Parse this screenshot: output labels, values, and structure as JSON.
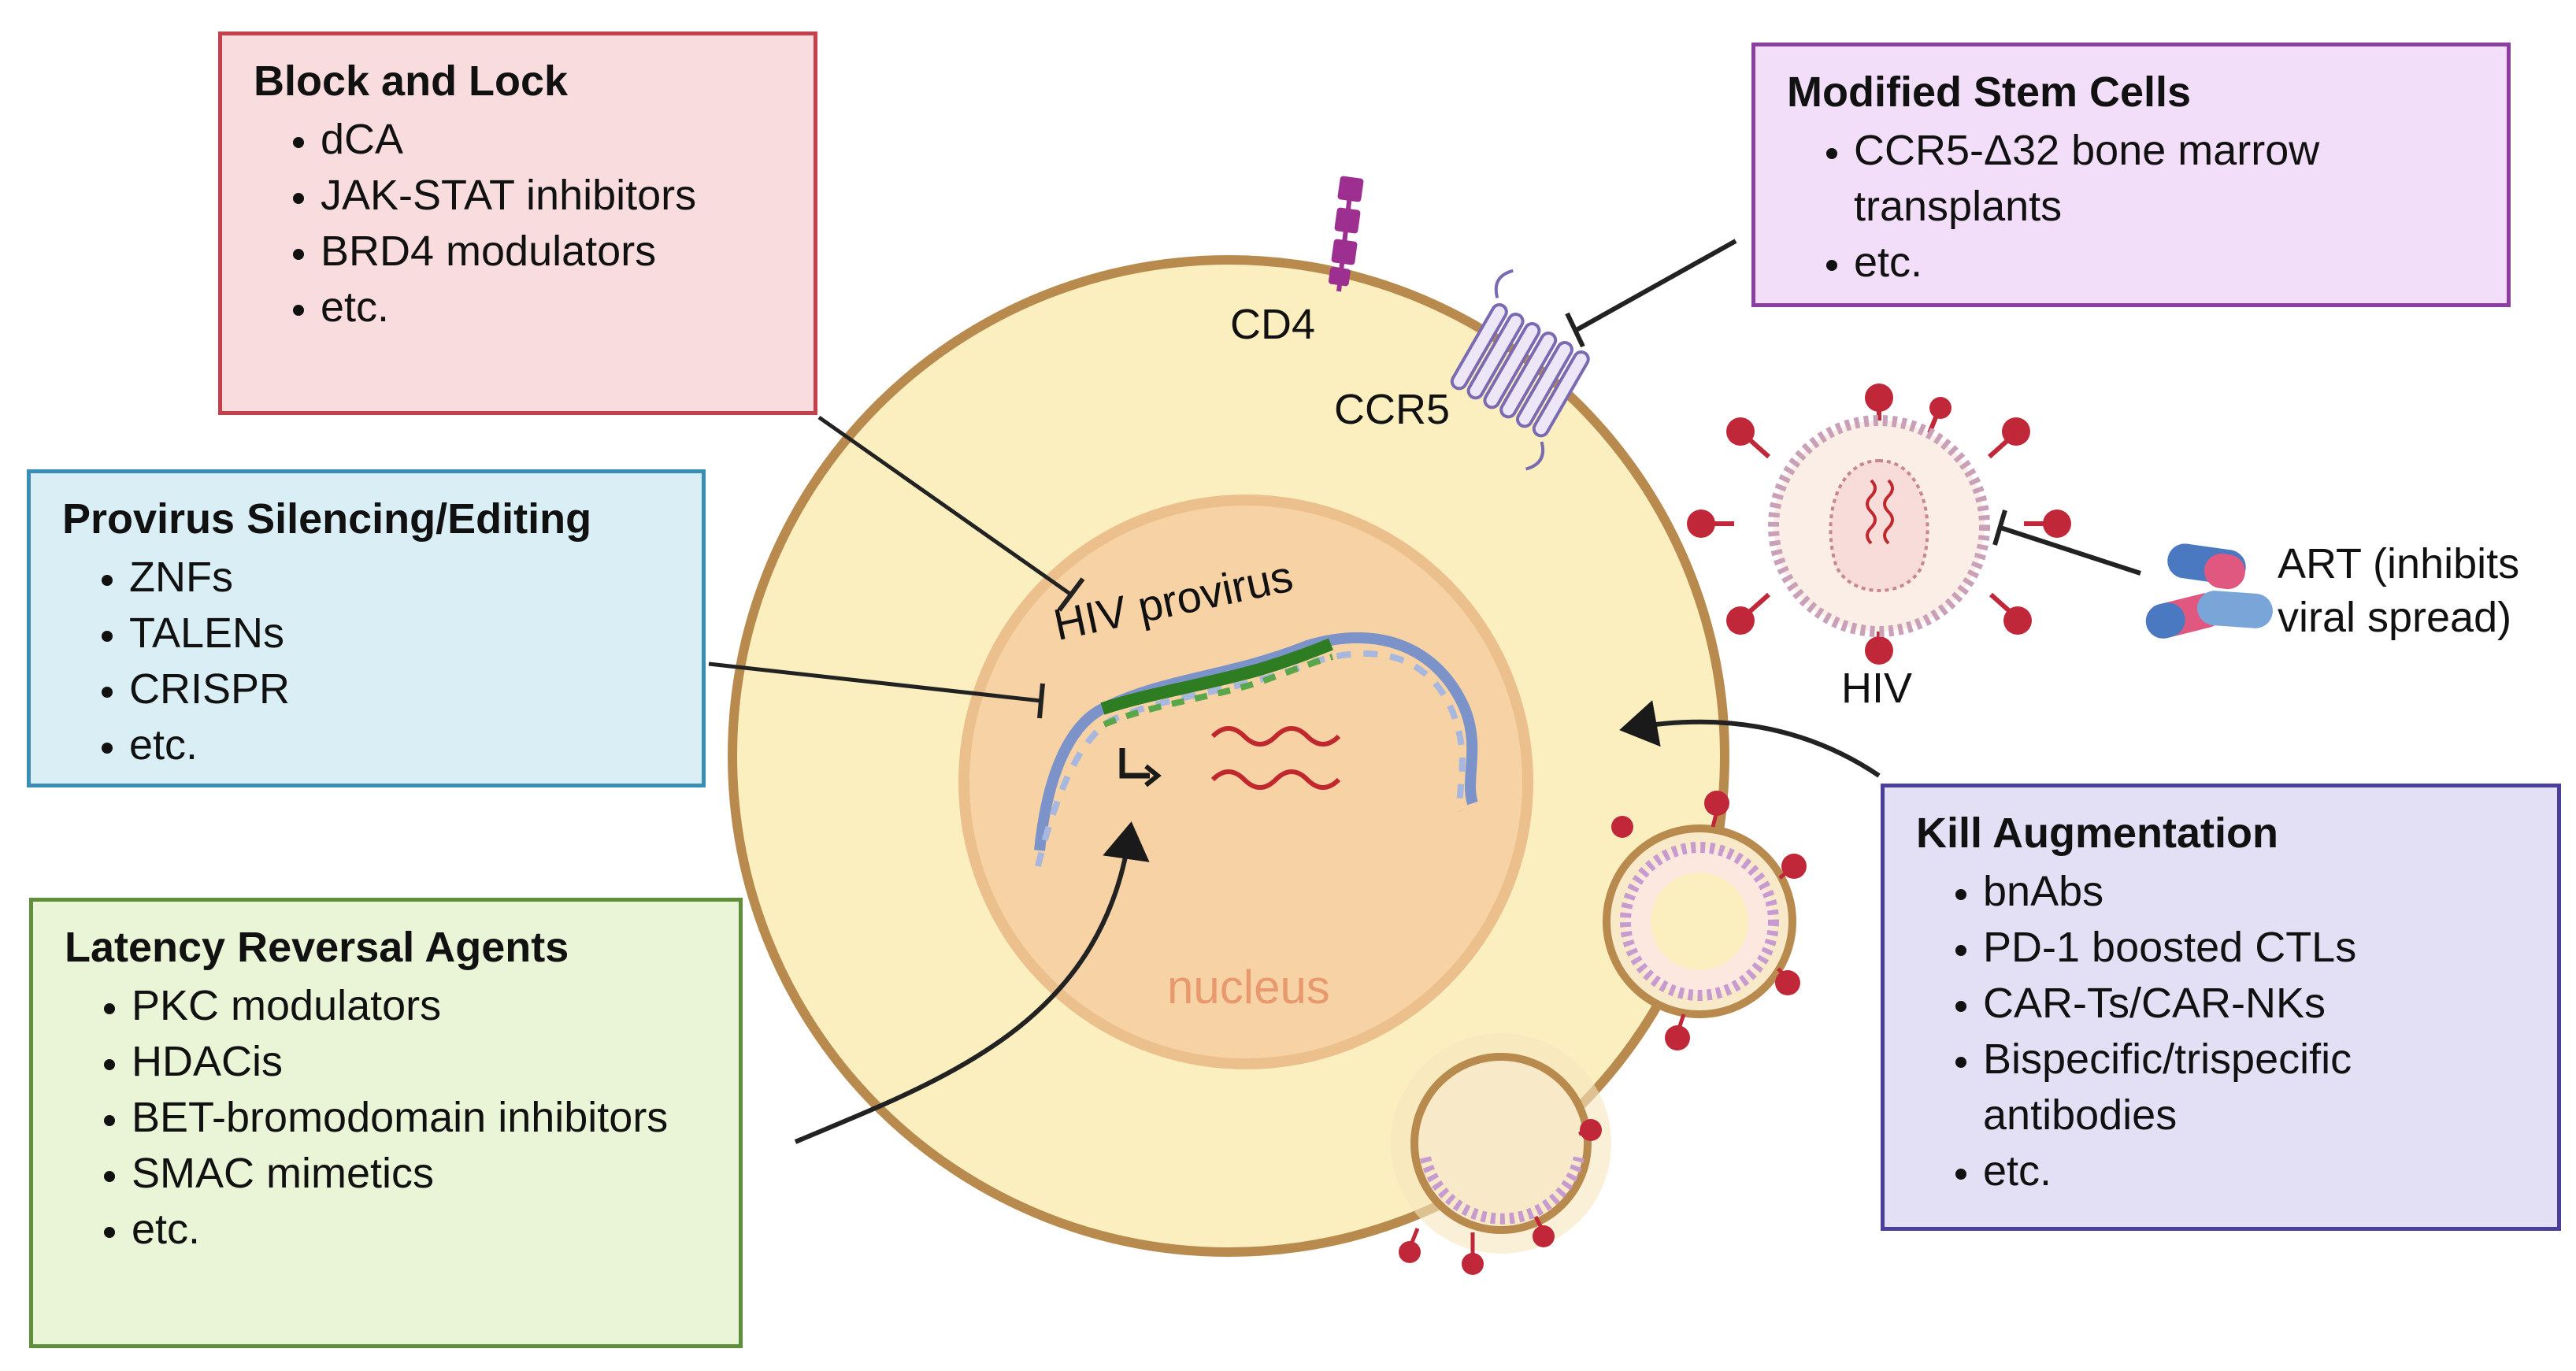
{
  "boxes": {
    "block_and_lock": {
      "title": "Block and Lock",
      "items": [
        "dCA",
        "JAK-STAT inhibitors",
        "BRD4 modulators",
        "etc."
      ]
    },
    "provirus_silencing": {
      "title": "Provirus Silencing/Editing",
      "items": [
        "ZNFs",
        "TALENs",
        "CRISPR",
        "etc."
      ]
    },
    "latency_reversal": {
      "title": "Latency Reversal Agents",
      "items": [
        "PKC modulators",
        "HDACis",
        "BET-bromodomain inhibitors",
        "SMAC mimetics",
        "etc."
      ]
    },
    "modified_stem_cells": {
      "title": "Modified Stem Cells",
      "items": [
        "CCR5-Δ32 bone marrow transplants",
        "etc."
      ]
    },
    "kill_augmentation": {
      "title": "Kill Augmentation",
      "items": [
        "bnAbs",
        "PD-1 boosted CTLs",
        "CAR-Ts/CAR-NKs",
        "Bispecific/trispecific antibodies",
        "etc."
      ]
    }
  },
  "labels": {
    "cd4": "CD4",
    "ccr5": "CCR5",
    "hiv": "HIV",
    "art": "ART (inhibits viral spread)",
    "nucleus": "nucleus",
    "hiv_provirus": "HIV provirus"
  },
  "colors": {
    "cell_fill": "#fbefc0",
    "cell_border": "#b98a4e",
    "nucleus_fill": "#f7d2a4",
    "dna_blue": "#7b93c9",
    "dna_green": "#2e7d23",
    "rna_red": "#c0282e",
    "virus_red": "#c0283a",
    "receptor_purple": "#9c2f8f"
  },
  "icons": [
    "cd4-receptor-icon",
    "ccr5-receptor-icon",
    "hiv-virion-icon",
    "art-capsule-icon",
    "budding-virion-icon",
    "inhibition-arrow-icon",
    "activation-arrow-icon"
  ]
}
